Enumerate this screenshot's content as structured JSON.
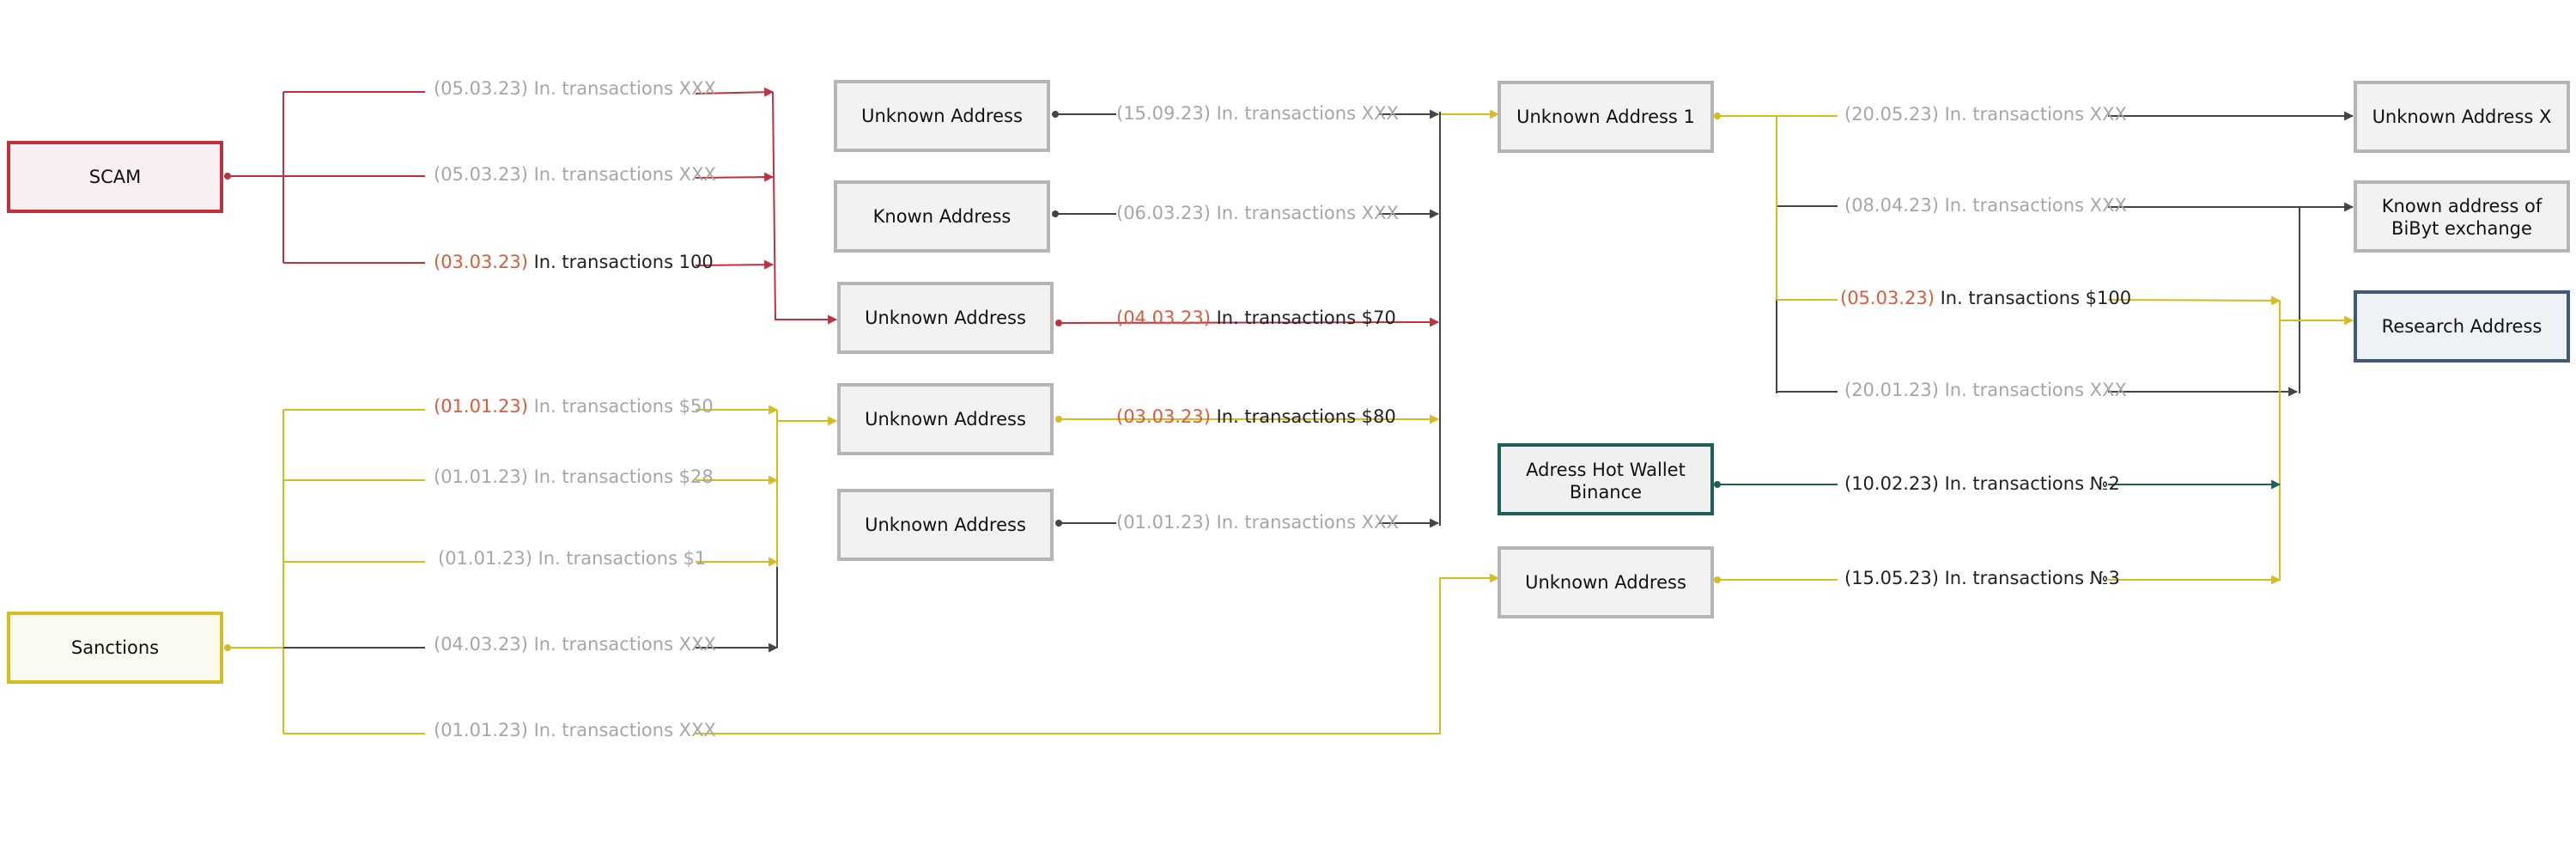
{
  "colors": {
    "red": "#c0313f",
    "yellow": "#d4bd1e",
    "dark": "#444444",
    "teal": "#1f5f5a",
    "navy": "#3f5a78",
    "grey_box": "#b5b5b5",
    "grey_text": "#a6a6a6",
    "date_red": "#e05a3a"
  },
  "nodes": {
    "scam": "SCAM",
    "sanctions": "Sanctions",
    "unknown_a1": "Unknown Address",
    "known_a": "Known Address",
    "unknown_a2": "Unknown Address",
    "unknown_a3": "Unknown Address",
    "unknown_a4": "Unknown Address",
    "unknown_1": "Unknown Address 1",
    "hot_wallet_l1": "Adress Hot Wallet",
    "hot_wallet_l2": "Binance",
    "unknown_b": "Unknown Address",
    "unknown_x": "Unknown Address X",
    "bibyt_l1": "Known address of",
    "bibyt_l2": "BiByt exchange",
    "research": "Research Address"
  },
  "edges": {
    "scam_1": {
      "date": "(05.03.23)",
      "text": " In. transactions XXX"
    },
    "scam_2": {
      "date": "(05.03.23)",
      "text": " In. transactions XXX"
    },
    "scam_3": {
      "date": "(03.03.23)",
      "text": " In. transactions 100"
    },
    "sanc_1": {
      "date": "(01.01.23)",
      "text": " In. transactions $50"
    },
    "sanc_2": {
      "date": "(01.01.23)",
      "text": " In. transactions $28"
    },
    "sanc_3": {
      "date": "(01.01.23)",
      "text": " In. transactions $1"
    },
    "sanc_4": {
      "date": "(04.03.23)",
      "text": " In. transactions XXX"
    },
    "sanc_5": {
      "date": "(01.01.23)",
      "text": " In. transactions XXX"
    },
    "mid_1": {
      "date": "(15.09.23)",
      "text": " In. transactions XXX"
    },
    "mid_2": {
      "date": "(06.03.23)",
      "text": " In. transactions XXX"
    },
    "mid_3": {
      "date": "(04.03.23)",
      "text": " In. transactions $70"
    },
    "mid_4": {
      "date": "(03.03.23)",
      "text": " In. transactions $80"
    },
    "mid_5": {
      "date": "(01.01.23)",
      "text": " In. transactions XXX"
    },
    "right_1": {
      "date": "(20.05.23)",
      "text": " In. transactions XXX"
    },
    "right_2": {
      "date": "(08.04.23)",
      "text": " In. transactions XXX"
    },
    "right_3": {
      "date": "(05.03.23)",
      "text": " In. transactions $100"
    },
    "right_4": {
      "date": "(20.01.23)",
      "text": " In. transactions XXX"
    },
    "hot_1": {
      "date": "(10.02.23)",
      "text": " In. transactions №2"
    },
    "unk_b_1": {
      "date": "(15.05.23)",
      "text": " In. transactions №3"
    }
  }
}
